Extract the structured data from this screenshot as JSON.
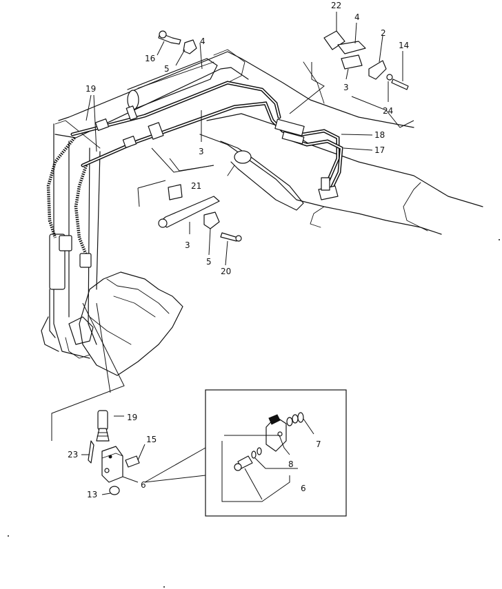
{
  "diagram": {
    "callouts": {
      "c22": "22",
      "c4_top": "4",
      "c2": "2",
      "c14": "14",
      "c16": "16",
      "c5_top": "5",
      "c4_mid": "4",
      "c3_upper": "3",
      "c24": "24",
      "c19_upper": "19",
      "c18": "18",
      "c17": "17",
      "c3_mid": "3",
      "c21": "21",
      "c3_lower": "3",
      "c5_lower": "5",
      "c20": "20",
      "c19_lower": "19",
      "c15": "15",
      "c23": "23",
      "c6_left": "6",
      "c13": "13",
      "c7": "7",
      "c8": "8",
      "c6_inset": "6"
    }
  }
}
